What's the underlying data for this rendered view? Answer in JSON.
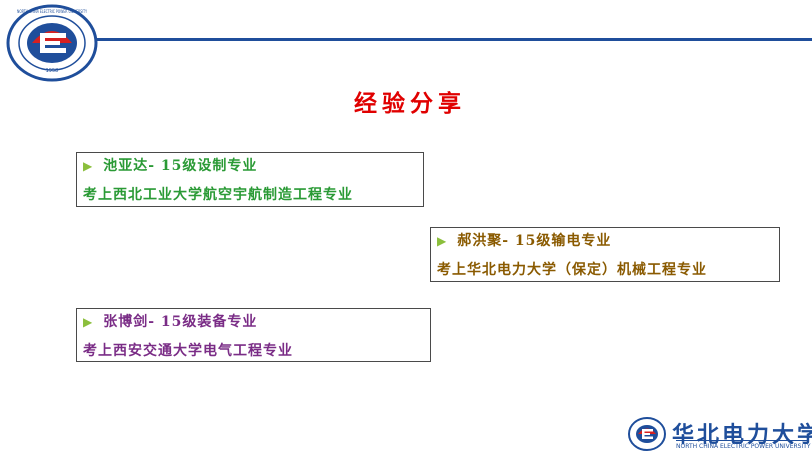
{
  "header": {
    "logo_icon": "ncepu-emblem-icon",
    "logo_ring_text": "NORTH CHINA ELECTRIC POWER UNIVERSITY",
    "logo_year": "1958",
    "rule_color": "#1f4e9b"
  },
  "title": "经验分享",
  "cards": [
    {
      "name": "池亚达- 15级设制专业",
      "result": "考上西北工业大学航空宇航制造工程专业",
      "color": "#2a9a35"
    },
    {
      "name": "郝洪聚- 15级输电专业",
      "result": "考上华北电力大学（保定）机械工程专业",
      "color": "#8a5a00"
    },
    {
      "name": "张博剑- 15级装备专业",
      "result": "考上西安交通大学电气工程专业",
      "color": "#7a2c86"
    }
  ],
  "bullet_icon": "triangle-bullet-icon",
  "footer": {
    "logo_icon": "ncepu-emblem-icon",
    "university_name": "华北电力大学",
    "university_name_en": "NORTH CHINA ELECTRIC POWER UNIVERSITY"
  }
}
